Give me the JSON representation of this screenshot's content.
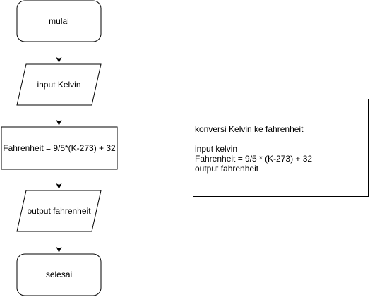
{
  "flowchart": {
    "start": "mulai",
    "input": "input Kelvin",
    "process": "Fahrenheit = 9/5*(K-273) + 32",
    "output": "output fahrenheit",
    "end": "selesai"
  },
  "note": {
    "title": "konversi Kelvin ke fahrenheit",
    "lines": [
      "input kelvin",
      "Fahrenheit = 9/5 * (K-273) + 32",
      "output fahrenheit"
    ]
  },
  "colors": {
    "stroke": "#000000",
    "fill": "#ffffff"
  }
}
